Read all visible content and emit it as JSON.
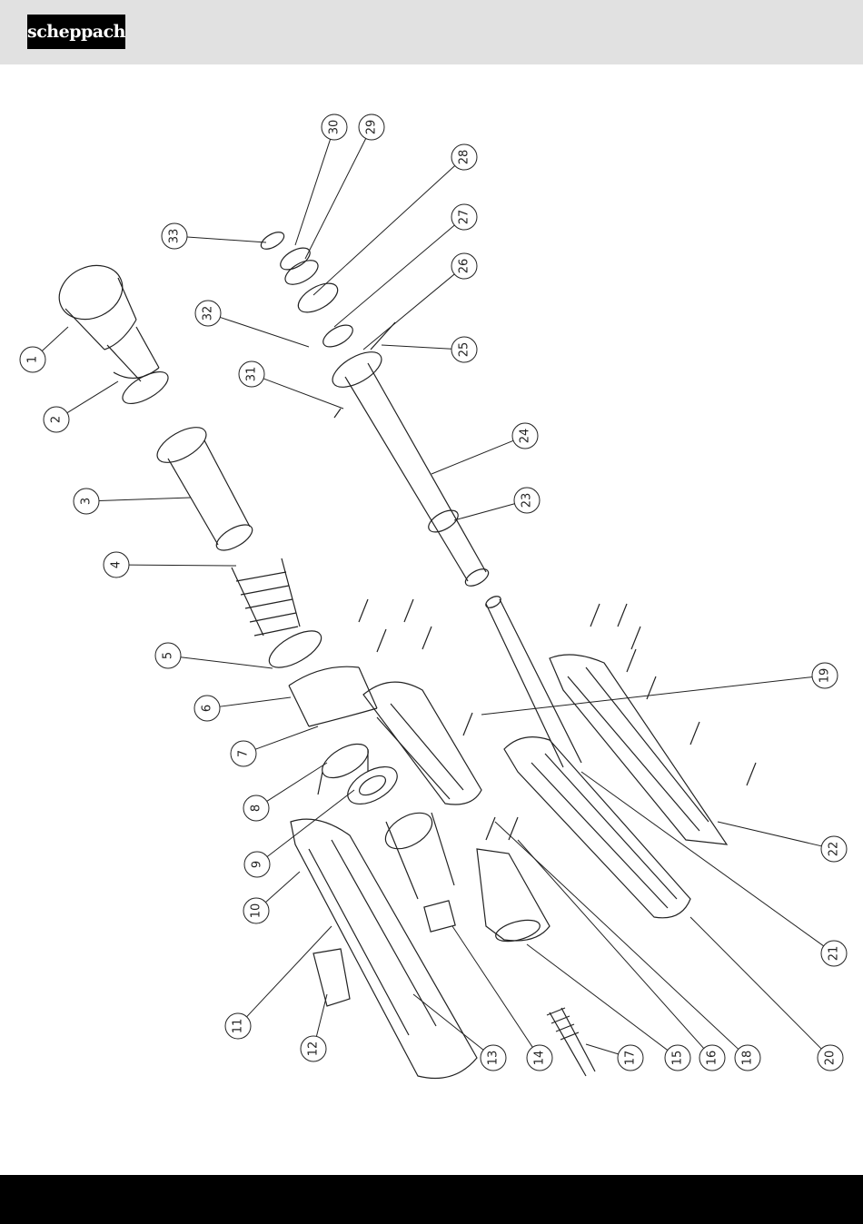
{
  "header": {
    "brand": "scheppach"
  },
  "diagram": {
    "parts": [
      "1",
      "2",
      "3",
      "4",
      "5",
      "6",
      "7",
      "8",
      "9",
      "10",
      "11",
      "12",
      "13",
      "14",
      "15",
      "16",
      "17",
      "18",
      "19",
      "20",
      "21",
      "22",
      "23",
      "24",
      "25",
      "26",
      "27",
      "28",
      "29",
      "30",
      "31",
      "32",
      "33"
    ]
  },
  "colors": {
    "header_bg": "#e1e1e1",
    "footer_bg": "#000000",
    "logo_bg": "#000000",
    "line": "#222222"
  }
}
